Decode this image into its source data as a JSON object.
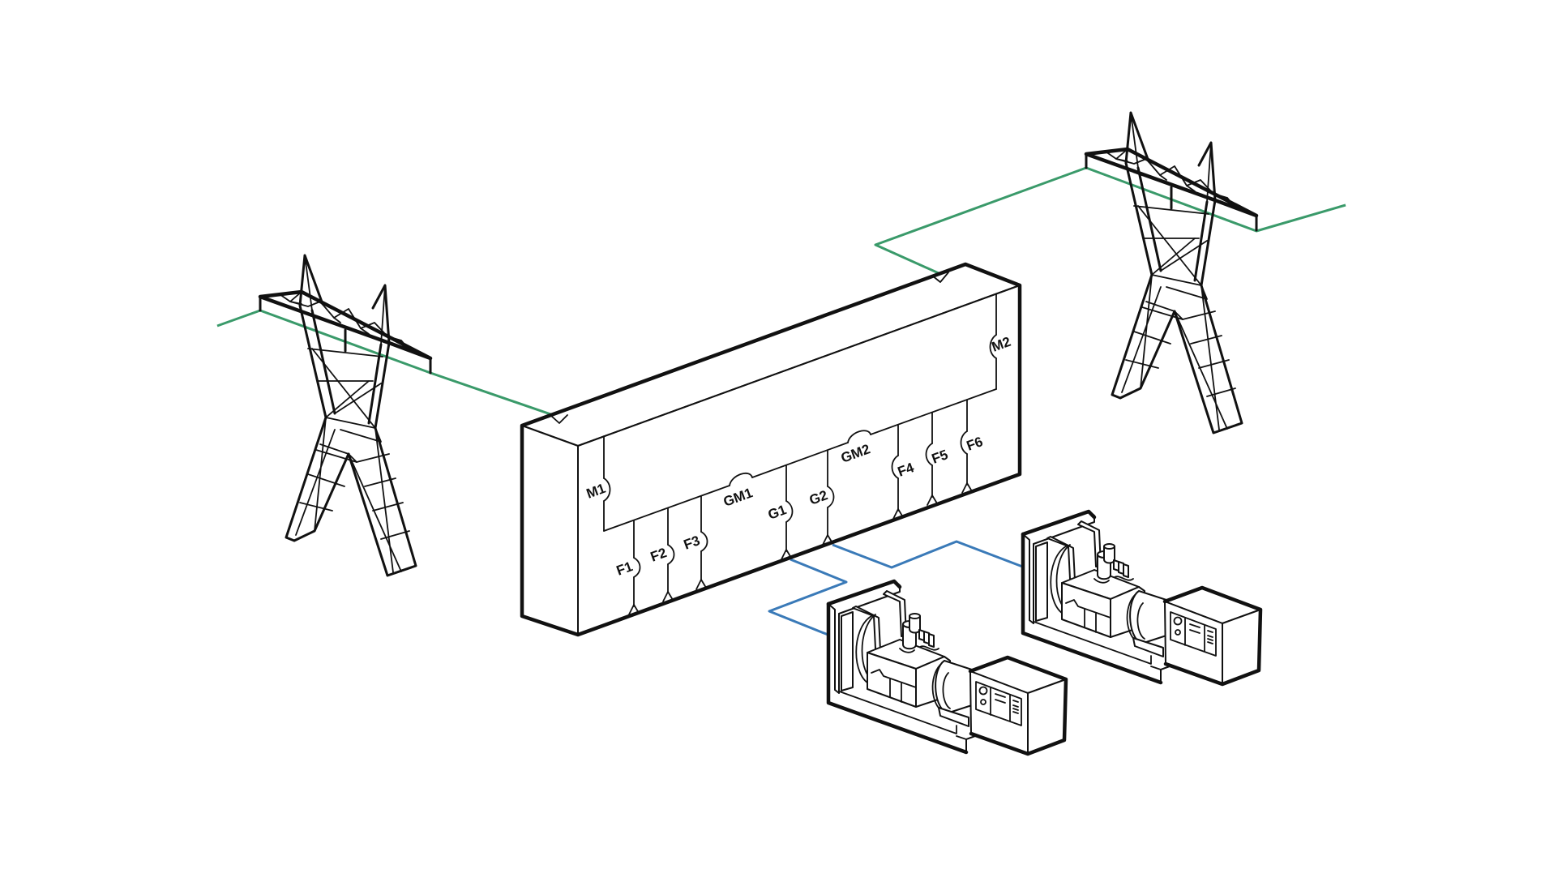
{
  "diagram": {
    "colors": {
      "utility_line": "#3a9a6a",
      "generator_line": "#3a7ab8",
      "outline": "#111111",
      "background": "#ffffff"
    },
    "switchgear": {
      "mains": [
        {
          "id": "M1",
          "label": "M1"
        },
        {
          "id": "M2",
          "label": "M2"
        }
      ],
      "ties": [
        {
          "id": "GM1",
          "label": "GM1"
        },
        {
          "id": "GM2",
          "label": "GM2"
        }
      ],
      "generator_breakers": [
        {
          "id": "G1",
          "label": "G1"
        },
        {
          "id": "G2",
          "label": "G2"
        }
      ],
      "feeders": [
        {
          "id": "F1",
          "label": "F1"
        },
        {
          "id": "F2",
          "label": "F2"
        },
        {
          "id": "F3",
          "label": "F3"
        },
        {
          "id": "F4",
          "label": "F4"
        },
        {
          "id": "F5",
          "label": "F5"
        },
        {
          "id": "F6",
          "label": "F6"
        }
      ]
    },
    "towers": [
      {
        "id": "utility-tower-1",
        "icon": "transmission-tower-icon"
      },
      {
        "id": "utility-tower-2",
        "icon": "transmission-tower-icon"
      }
    ],
    "generators": [
      {
        "id": "generator-1",
        "icon": "generator-set-icon"
      },
      {
        "id": "generator-2",
        "icon": "generator-set-icon"
      }
    ]
  }
}
